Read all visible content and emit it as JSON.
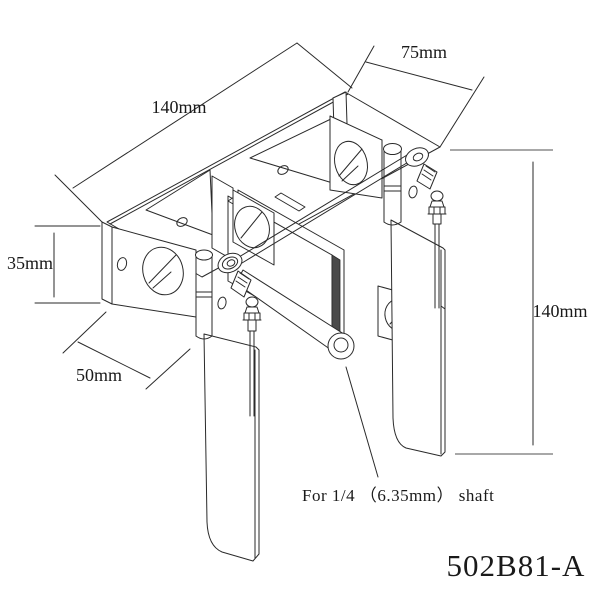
{
  "drawing": {
    "labels": {
      "dim_width_top": "140mm",
      "dim_depth_top": "75mm",
      "dim_bracket_height": "35mm",
      "dim_bracket_depth": "50mm",
      "dim_rudder_length": "140mm",
      "shaft_note": "For 1/4 （6.35mm） shaft",
      "part_number": "502B81-A"
    },
    "colors": {
      "line": "#2a2a2a",
      "dim_gray": "#8c8c8c",
      "edge_shade": "#4a4a4a",
      "background": "#ffffff"
    }
  }
}
